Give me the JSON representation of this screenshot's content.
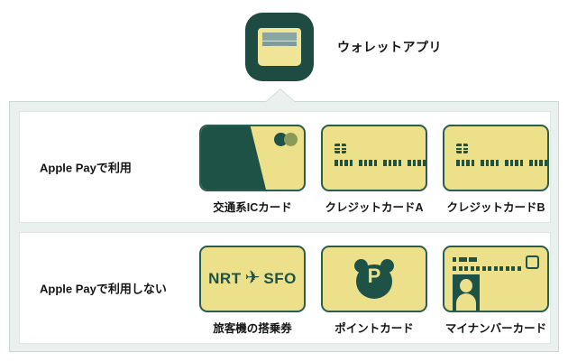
{
  "header": {
    "app_icon_name": "wallet-app-icon",
    "app_label": "ウォレットアプリ"
  },
  "rows": [
    {
      "id": "apple-pay-supported",
      "label": "Apple Payで利用",
      "cards": [
        {
          "id": "transit-ic-card",
          "name": "交通系ICカード",
          "art": "transit-ic"
        },
        {
          "id": "credit-card-a",
          "name": "クレジットカードA",
          "art": "credit"
        },
        {
          "id": "credit-card-b",
          "name": "クレジットカードB",
          "art": "credit"
        }
      ]
    },
    {
      "id": "apple-pay-unsupported",
      "label": "Apple Payで利用しない",
      "cards": [
        {
          "id": "boarding-pass",
          "name": "旅客機の搭乗券",
          "art": "boarding-pass",
          "origin": "NRT",
          "destination": "SFO",
          "plane_glyph": "✈"
        },
        {
          "id": "point-card",
          "name": "ポイントカード",
          "art": "point",
          "letter": "P"
        },
        {
          "id": "my-number-card",
          "name": "マイナンバーカード",
          "art": "my-number"
        }
      ]
    }
  ],
  "colors": {
    "dark_green": "#1e5247",
    "icon_green": "#1e4c42",
    "card_yellow": "#ede08a",
    "panel_bg": "#eaf0ee",
    "panel_border": "#c9d8d4",
    "card_border": "#2a5c4f",
    "olive": "#8a9a54",
    "slate": "#8ba6a2"
  }
}
